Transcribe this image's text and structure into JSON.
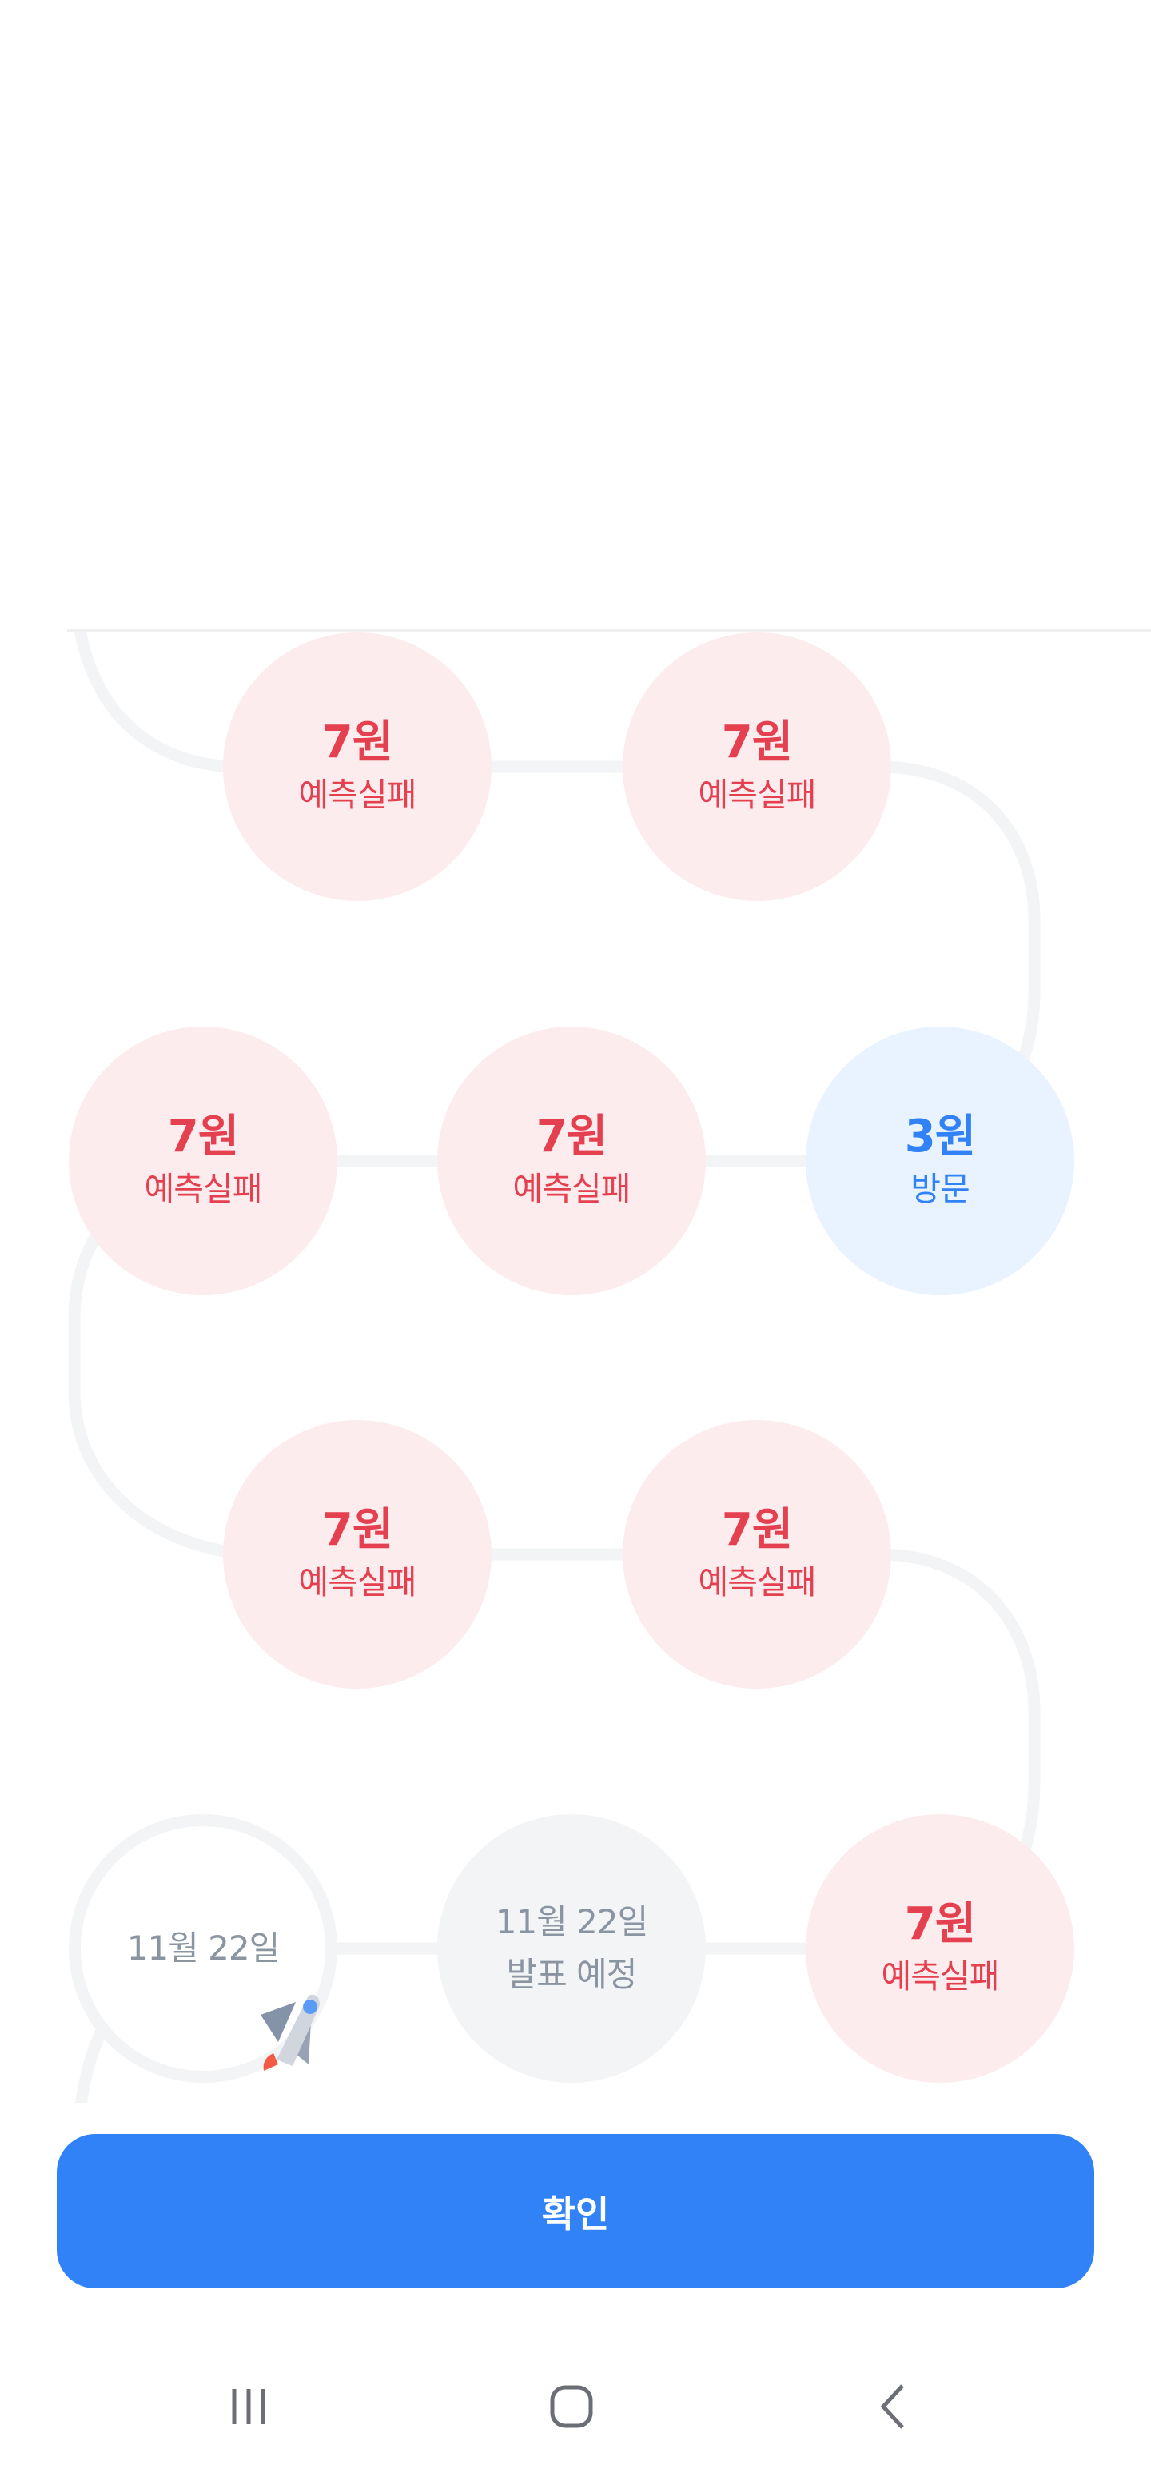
{
  "nodes": [
    {
      "amount": "7원",
      "label": "예측실패",
      "state": "fail"
    },
    {
      "amount": "7원",
      "label": "예측실패",
      "state": "fail"
    },
    {
      "amount": "7원",
      "label": "예측실패",
      "state": "fail"
    },
    {
      "amount": "7원",
      "label": "예측실패",
      "state": "fail"
    },
    {
      "amount": "3원",
      "label": "방문",
      "state": "visit"
    },
    {
      "amount": "7원",
      "label": "예측실패",
      "state": "fail"
    },
    {
      "amount": "7원",
      "label": "예측실패",
      "state": "fail"
    },
    {
      "date": "11월 22일",
      "state": "today"
    },
    {
      "date": "11월 22일",
      "label": "발표 예정",
      "state": "pending"
    },
    {
      "amount": "7원",
      "label": "예측실패",
      "state": "fail"
    }
  ],
  "confirm_label": "확인",
  "colors": {
    "accent": "#3182f6",
    "fail_text": "#e5404f",
    "fail_bg": "#fdecee",
    "visit_bg": "#e8f3ff",
    "path": "#f2f4f6",
    "muted": "#8b95a1"
  },
  "icons": {
    "rocket": "rocket-icon",
    "nav": [
      "recent-apps-icon",
      "home-icon",
      "back-icon"
    ]
  }
}
